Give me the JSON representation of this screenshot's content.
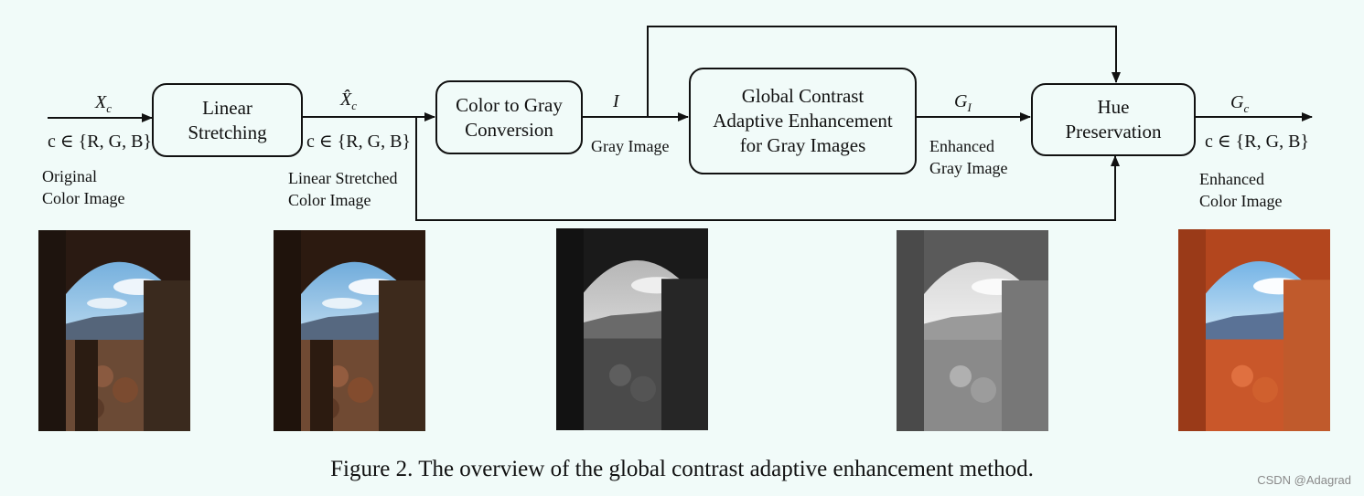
{
  "diagram": {
    "boxes": {
      "linear": "Linear\nStretching",
      "gray_conv": "Color to Gray\nConversion",
      "gcae": "Global Contrast\nAdaptive Enhancement\nfor Gray Images",
      "hue": "Hue\nPreservation"
    },
    "symbols": {
      "input": "Xc",
      "stretched": "X̂c",
      "gray": "I",
      "enhanced_gray": "GI",
      "output": "Gc"
    },
    "sets": {
      "input": "c ∈ {R, G, B}",
      "stretched": "c ∈ {R, G, B}",
      "output": "c ∈ {R, G, B}"
    },
    "labels": {
      "original": "Original\nColor Image",
      "linear_stretched": "Linear Stretched\nColor Image",
      "gray_image": "Gray Image",
      "enhanced_gray": "Enhanced\nGray Image",
      "enhanced_color": "Enhanced\nColor Image"
    }
  },
  "caption": "Figure 2. The overview of the global contrast adaptive enhancement method.",
  "watermark": "CSDN @Adagrad",
  "colors": {
    "background": "#f1fbf9",
    "line": "#111111"
  }
}
